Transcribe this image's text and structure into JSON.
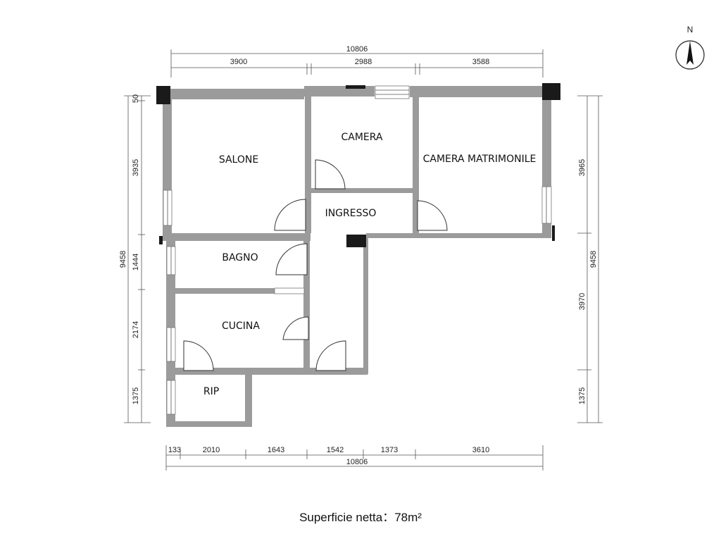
{
  "north": "N",
  "dims_top": {
    "total": "10806",
    "seg1": "3900",
    "seg2": "2988",
    "seg3": "3588"
  },
  "dims_bottom": {
    "total": "10806",
    "seg1": "133",
    "seg2": "2010",
    "seg3": "1643",
    "seg4": "1542",
    "seg5": "1373",
    "seg6": "3610"
  },
  "dims_left": {
    "total": "9458",
    "seg1": "50",
    "seg2": "3935",
    "seg3": "1444",
    "seg4": "2174",
    "seg5": "1375"
  },
  "dims_right": {
    "total": "9458",
    "seg1": "3965",
    "seg2": "3970",
    "seg3": "1375"
  },
  "rooms": {
    "salone": "SALONE",
    "camera": "CAMERA",
    "camera_matrimoniale": "CAMERA MATRIMONILE",
    "ingresso": "INGRESSO",
    "bagno": "BAGNO",
    "cucina": "CUCINA",
    "rip": "RIP"
  },
  "surface": "Superficie netta：78m²",
  "colors": {
    "wall": "#9b9b9b",
    "column": "#1a1a1a"
  }
}
